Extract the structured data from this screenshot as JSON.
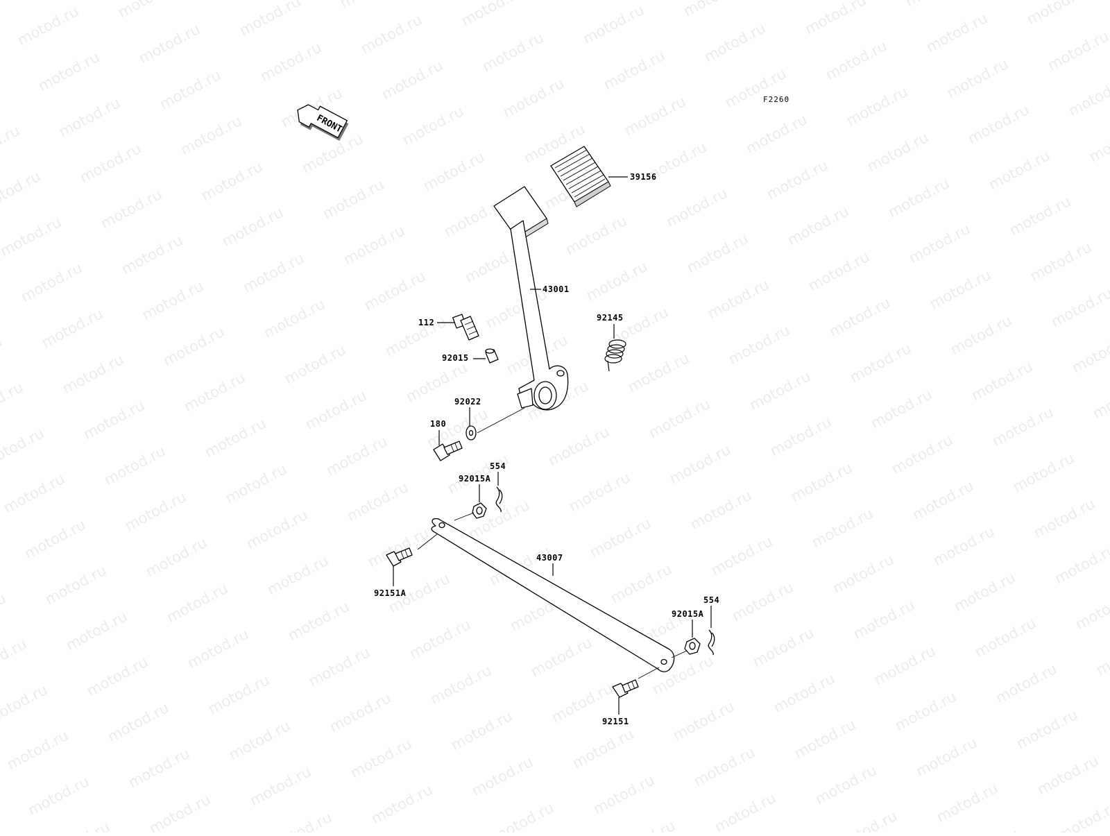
{
  "watermark": "motod.ru",
  "figure_code": "F2260",
  "front_arrow_label": "FRONT",
  "parts": {
    "p39156": "39156",
    "p43001": "43001",
    "p92145": "92145",
    "p112": "112",
    "p92015": "92015",
    "p92022": "92022",
    "p180": "180",
    "p554_top": "554",
    "p92015A_top": "92015A",
    "p43007": "43007",
    "p92151A": "92151A",
    "p554_bottom": "554",
    "p92015A_bottom": "92015A",
    "p92151": "92151"
  }
}
